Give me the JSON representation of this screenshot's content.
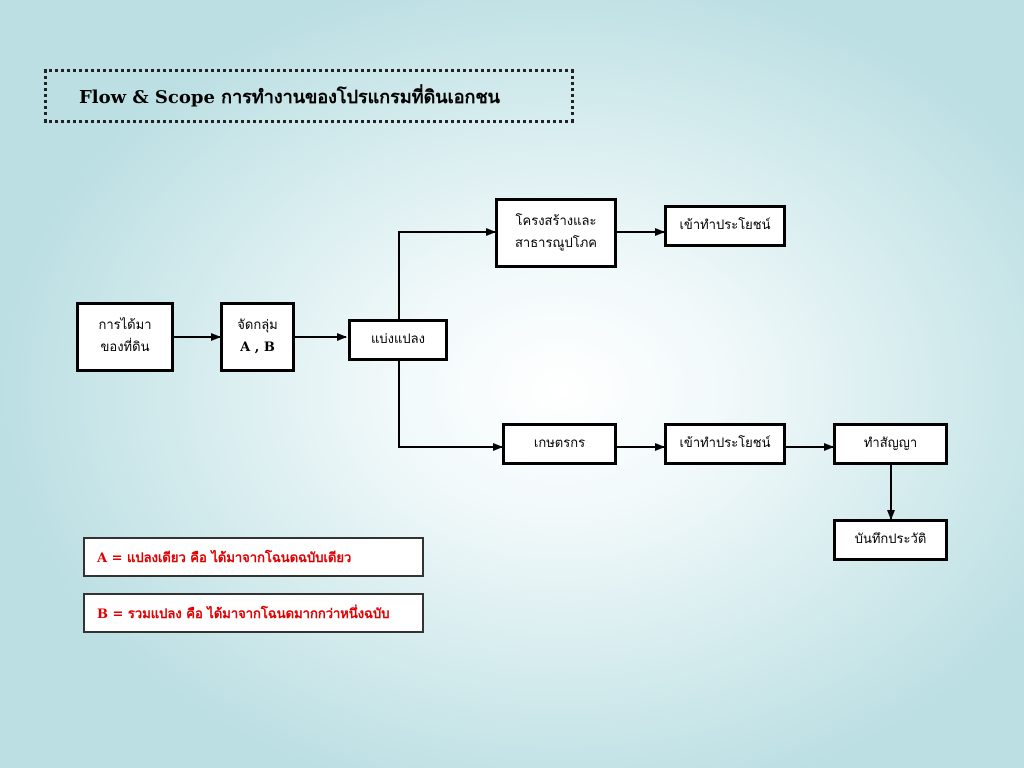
{
  "title": "Flow & Scope การทำงานของโปรแกรมที่ดินเอกชน",
  "nodes": {
    "acquisition": [
      "การได้มา",
      "ของที่ดิน"
    ],
    "grouping": [
      "จัดกลุ่ม",
      "A , B"
    ],
    "subdivide": [
      "แบ่งแปลง"
    ],
    "infrastructure": [
      "โครงสร้างและ",
      "สาธารณูปโภค"
    ],
    "benefit_top": [
      "เข้าทำประโยชน์"
    ],
    "farmer": [
      "เกษตรกร"
    ],
    "benefit_bottom": [
      "เข้าทำประโยชน์"
    ],
    "contract": [
      "ทำสัญญา"
    ],
    "record": [
      "บันทึกประวัติ"
    ]
  },
  "notes": {
    "a": "A = แปลงเดียว คือ ได้มาจากโฉนดฉบับเดียว",
    "b": "B = รวมแปลง คือ ได้มาจากโฉนดมากกว่าหนึ่งฉบับ"
  }
}
